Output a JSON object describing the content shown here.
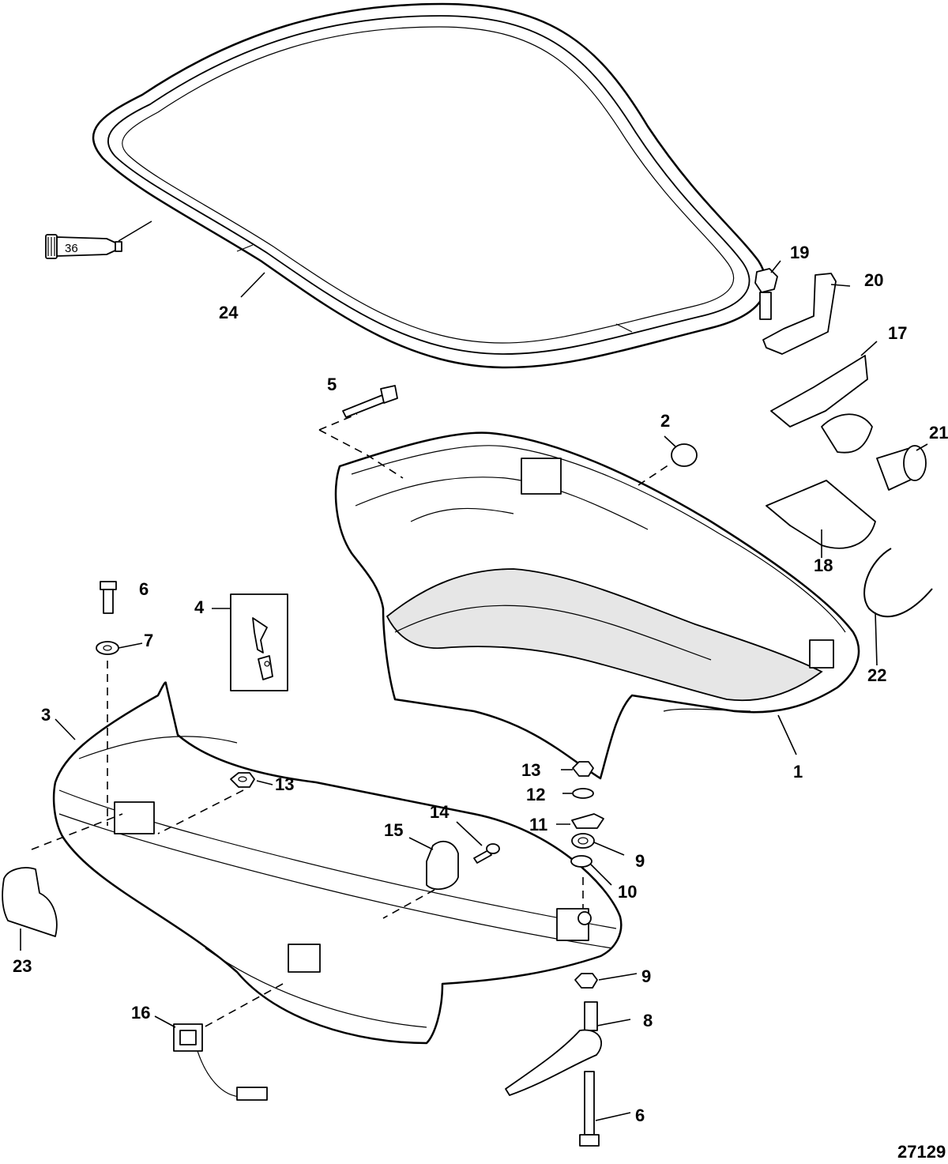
{
  "figure_id": "27129",
  "sealant_tube_label": "36",
  "callouts": {
    "c1": "1",
    "c2": "2",
    "c3": "3",
    "c4": "4",
    "c5": "5",
    "c6a": "6",
    "c6b": "6",
    "c7": "7",
    "c8": "8",
    "c9a": "9",
    "c9b": "9",
    "c10": "10",
    "c11": "11",
    "c12": "12",
    "c13a": "13",
    "c13b": "13",
    "c14": "14",
    "c15": "15",
    "c16": "16",
    "c17": "17",
    "c18": "18",
    "c19": "19",
    "c20": "20",
    "c21": "21",
    "c22": "22",
    "c23": "23",
    "c24": "24"
  }
}
